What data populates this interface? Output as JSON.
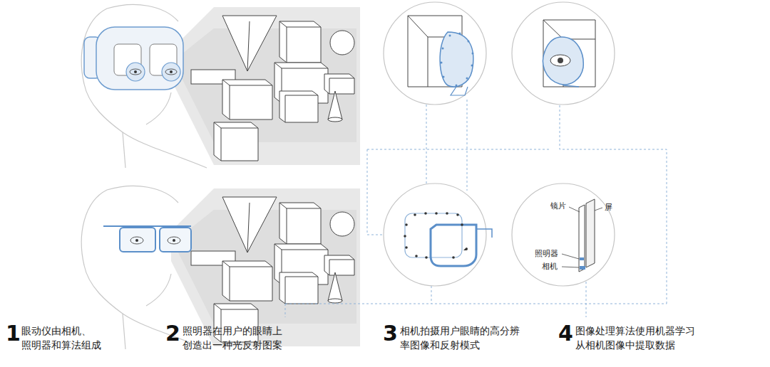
{
  "diagram": {
    "labels": [
      "镜片",
      "屏",
      "照明器",
      "相机",
      "1",
      "眼动仪由相机、 照明器和算法组成",
      "2",
      "照明器在用户的眼睛上 创造出一种光反射图案",
      "3",
      "相机拍摄用户眼睛的高分辨 率图像和反射模式",
      "4",
      "图像处理算法使用机器学习 从相机图像中提取数据"
    ]
  }
}
